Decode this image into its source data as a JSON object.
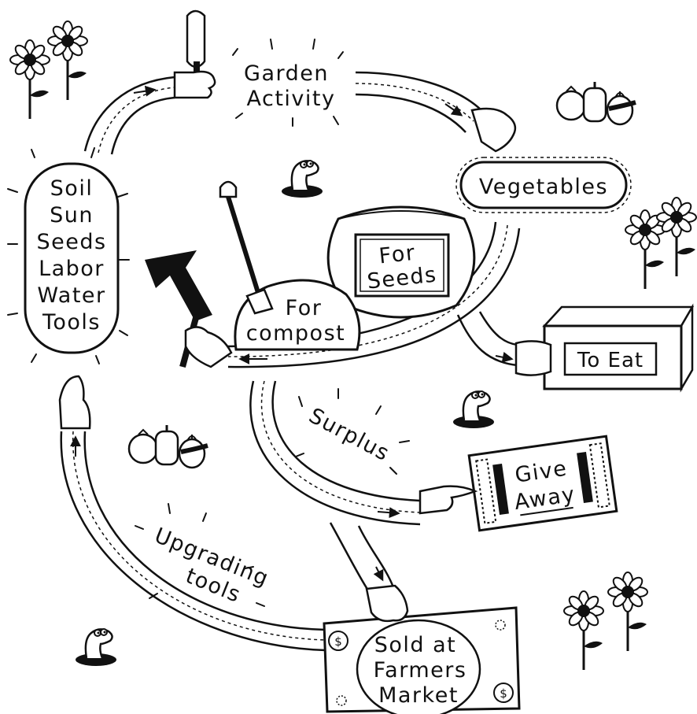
{
  "diagram": {
    "inputs": [
      "Soil",
      "Sun",
      "Seeds",
      "Labor",
      "Water",
      "Tools"
    ],
    "garden_activity": [
      "Garden",
      "Activity"
    ],
    "vegetables": "Vegetables",
    "for_seeds": [
      "For",
      "Seeds"
    ],
    "for_compost": [
      "For",
      "compost"
    ],
    "to_eat": "To Eat",
    "surplus": "Surplus",
    "give_away": [
      "Give",
      "Away"
    ],
    "sold_at_market": [
      "Sold at",
      "Farmers",
      "Market"
    ],
    "upgrading_tools": [
      "Upgrading",
      "tools"
    ]
  },
  "icons": {
    "trowel": "trowel-icon",
    "shovel": "shovel-icon",
    "vegetable_basket": "vegetables-icon",
    "worm": "worm-icon",
    "sunflower": "sunflower-icon",
    "seed_sack": "seed-sack-icon",
    "crate": "crate-icon",
    "dollar_bill": "dollar-bill-icon",
    "pointing_hand": "pointing-hand-icon",
    "arrow": "arrow-icon"
  },
  "colors": {
    "ink": "#111111",
    "paper": "#ffffff"
  }
}
